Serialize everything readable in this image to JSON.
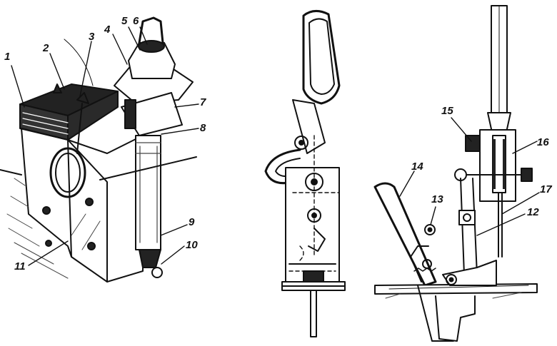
{
  "figure": {
    "callouts": [
      "1",
      "2",
      "3",
      "4",
      "5",
      "6",
      "7",
      "8",
      "9",
      "10",
      "11",
      "12",
      "13",
      "14",
      "15",
      "16",
      "17"
    ],
    "colors": {
      "ink": "#111111",
      "paper": "#ffffff",
      "hatch": "#444444"
    }
  }
}
